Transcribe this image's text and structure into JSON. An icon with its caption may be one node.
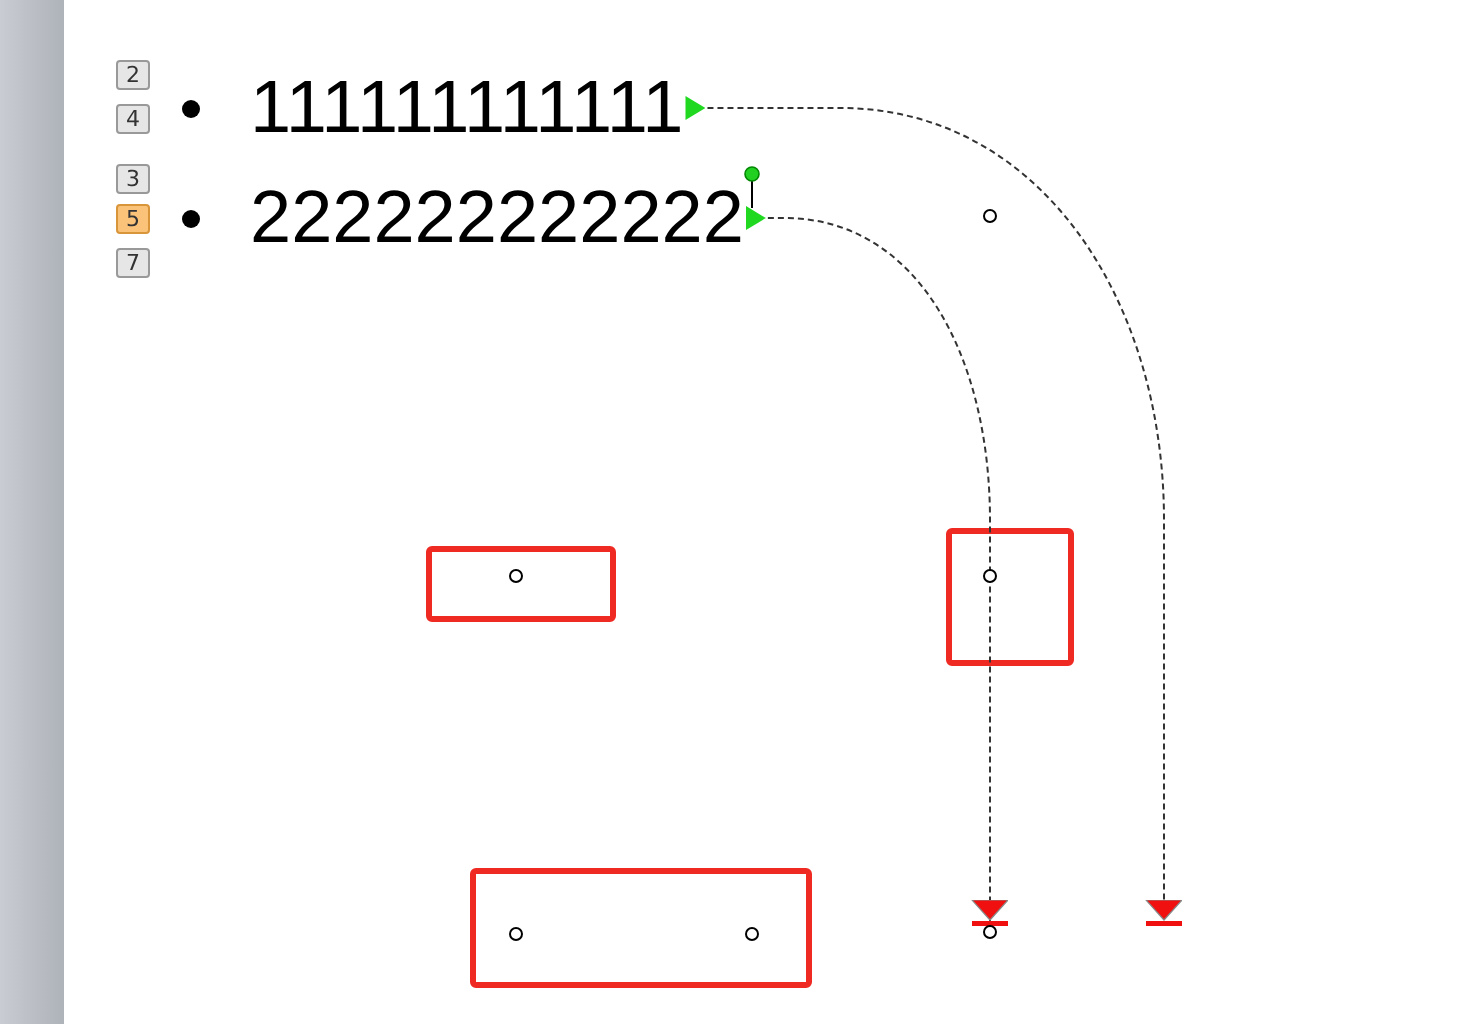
{
  "diagram": {
    "nodes": [
      {
        "text": [
          "111111111111"
        ]
      },
      {
        "text": [
          "222222222222"
        ]
      },
      {
        "text": [],
        "shape": "box"
      },
      {
        "text": [],
        "shape": "box"
      },
      {
        "text": [],
        "shape": "box"
      }
    ],
    "edges": [
      {
        "from": 0,
        "to": null,
        "arrow": "to",
        "style": "dashed"
      },
      {
        "from": 1,
        "to": null,
        "arrow": "to",
        "style": "dashed"
      }
    ],
    "labels": [
      "2",
      "4",
      "3",
      "5",
      "7"
    ]
  }
}
